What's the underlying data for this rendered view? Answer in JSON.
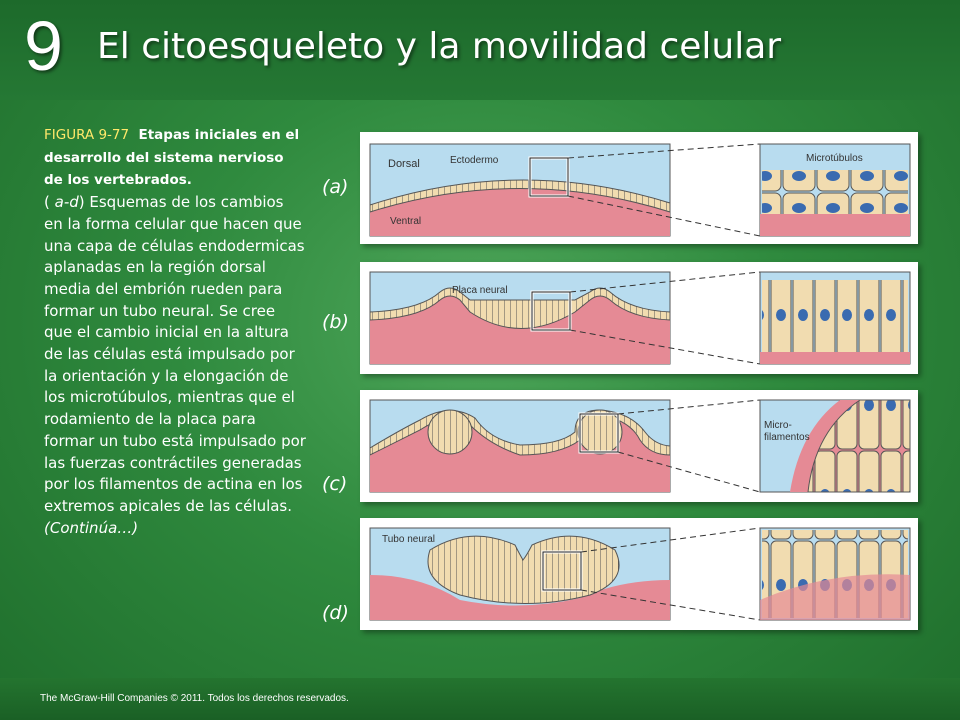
{
  "header": {
    "chapter_number": "9",
    "title": "El citoesqueleto y la movilidad celular"
  },
  "caption": {
    "figure_label": "FIGURA 9-77",
    "figure_title": "Etapas iniciales en el desarrollo del sistema nervioso de los vertebrados.",
    "body_open": "( ",
    "body_range": "a-d",
    "body_text": ") Esquemas de los cambios en la forma celular que hacen que una capa de células endodermicas aplanadas en la región dorsal media del embrión rueden para formar un tubo neural. Se cree que el cambio inicial en la altura de las células está impulsado por la orientación y la elongación de los microtúbulos, mientras que el rodamiento de la placa para formar un tubo está impulsado por las fuerzas contráctiles generadas por los filamentos de actina en los extremos apicales de las células.",
    "continued": "(Continúa…)"
  },
  "panels": {
    "a": {
      "label": "(a)",
      "dorsal": "Dorsal",
      "ectodermo": "Ectodermo",
      "ventral": "Ventral",
      "microtubulos": "Microtúbulos"
    },
    "b": {
      "label": "(b)",
      "placa_neural": "Placa neural"
    },
    "c": {
      "label": "(c)",
      "micro1": "Micro-",
      "micro2": "filamentos"
    },
    "d": {
      "label": "(d)",
      "tubo_neural": "Tubo neural"
    }
  },
  "footer": "The McGraw-Hill Companies © 2011. Todos los derechos reservados.",
  "colors": {
    "sky": "#b8dcef",
    "tissue": "#e58a95",
    "cell": "#f1dcb0",
    "nucleus": "#3a6bb0",
    "border": "#555555"
  }
}
